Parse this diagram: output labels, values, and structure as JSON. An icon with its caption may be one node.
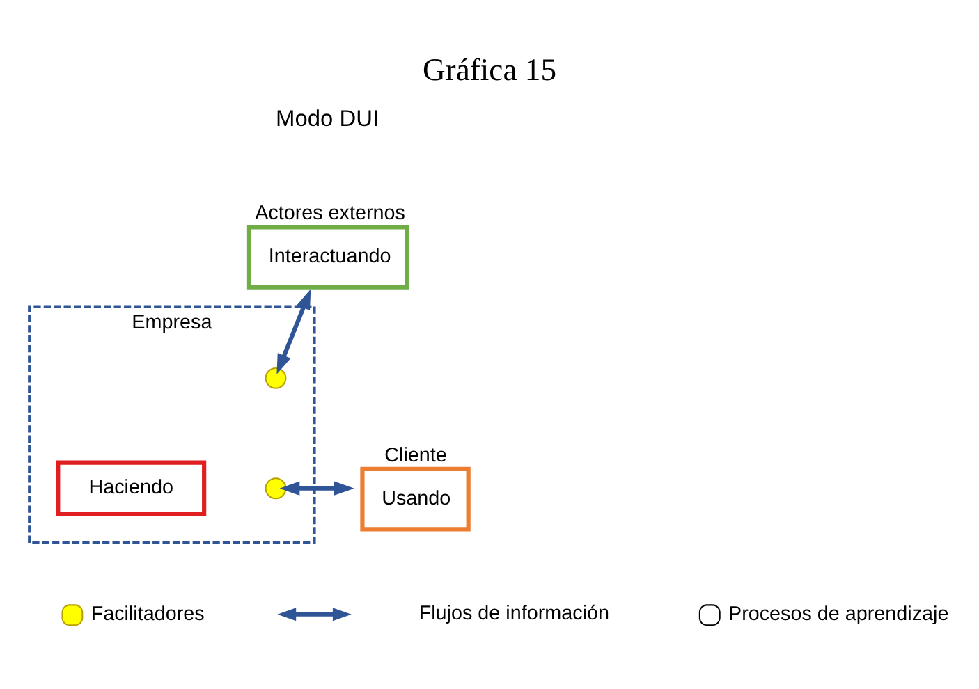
{
  "diagram": {
    "title": "Gráfica 15",
    "nodes": [
      {
        "text": [
          "Actores externos",
          "Interactuando"
        ]
      },
      {
        "text": [
          "Empresa"
        ]
      },
      {
        "text": [],
        "shape": "circle",
        "in": 1
      },
      {
        "text": [
          "Haciendo"
        ],
        "in": 1
      },
      {
        "text": [],
        "shape": "circle",
        "in": 1
      },
      {
        "text": [
          "Cliente",
          "Usando"
        ]
      }
    ],
    "edges": [
      {
        "from": 0,
        "to": 2,
        "arrow": "both"
      },
      {
        "from": 4,
        "to": 5,
        "arrow": "both"
      }
    ],
    "labels": [
      "Modo DUI"
    ],
    "legend": [
      {
        "text": "Facilitadores"
      },
      {
        "text": "Flujos de información"
      },
      {
        "text": "Procesos de aprendizaje"
      }
    ]
  }
}
